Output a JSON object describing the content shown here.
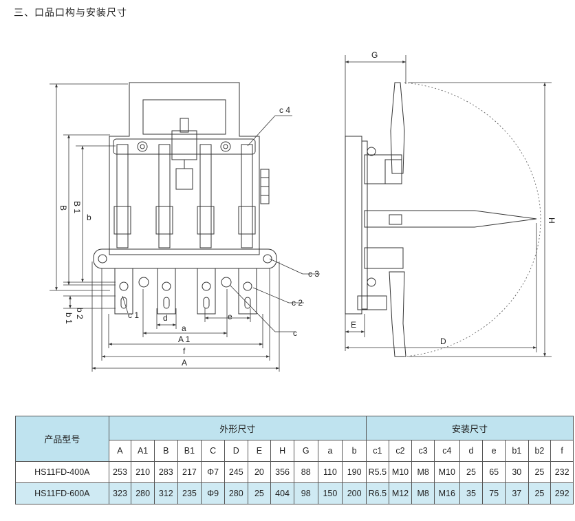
{
  "heading": "三、口品口构与安装尺寸",
  "drawing_labels": {
    "G": "G",
    "H": "H",
    "E_side": "E",
    "D": "D",
    "B": "B",
    "B1": "B 1",
    "b": "b",
    "b2": "b 2",
    "b1": "b 1",
    "c1": "c 1",
    "d": "d",
    "a": "a",
    "A1": "A 1",
    "f": "f",
    "A": "A",
    "e": "e",
    "c": "c",
    "c2": "c 2",
    "c3": "c 3",
    "c4": "c 4"
  },
  "table": {
    "col_product": "产品型号",
    "group_outline": "外形尺寸",
    "group_install": "安装尺寸",
    "columns": [
      "A",
      "A1",
      "B",
      "B1",
      "C",
      "D",
      "E",
      "H",
      "G",
      "a",
      "b",
      "c1",
      "c2",
      "c3",
      "c4",
      "d",
      "e",
      "b1",
      "b2",
      "f"
    ],
    "rows": [
      {
        "model": "HS11FD-400A",
        "values": [
          "253",
          "210",
          "283",
          "217",
          "Φ7",
          "245",
          "20",
          "356",
          "88",
          "110",
          "190",
          "R5.5",
          "M10",
          "M8",
          "M10",
          "25",
          "65",
          "30",
          "25",
          "232"
        ]
      },
      {
        "model": "HS11FD-600A",
        "values": [
          "323",
          "280",
          "312",
          "235",
          "Φ9",
          "280",
          "25",
          "404",
          "98",
          "150",
          "200",
          "R6.5",
          "M12",
          "M8",
          "M16",
          "35",
          "75",
          "37",
          "25",
          "292"
        ]
      }
    ]
  }
}
